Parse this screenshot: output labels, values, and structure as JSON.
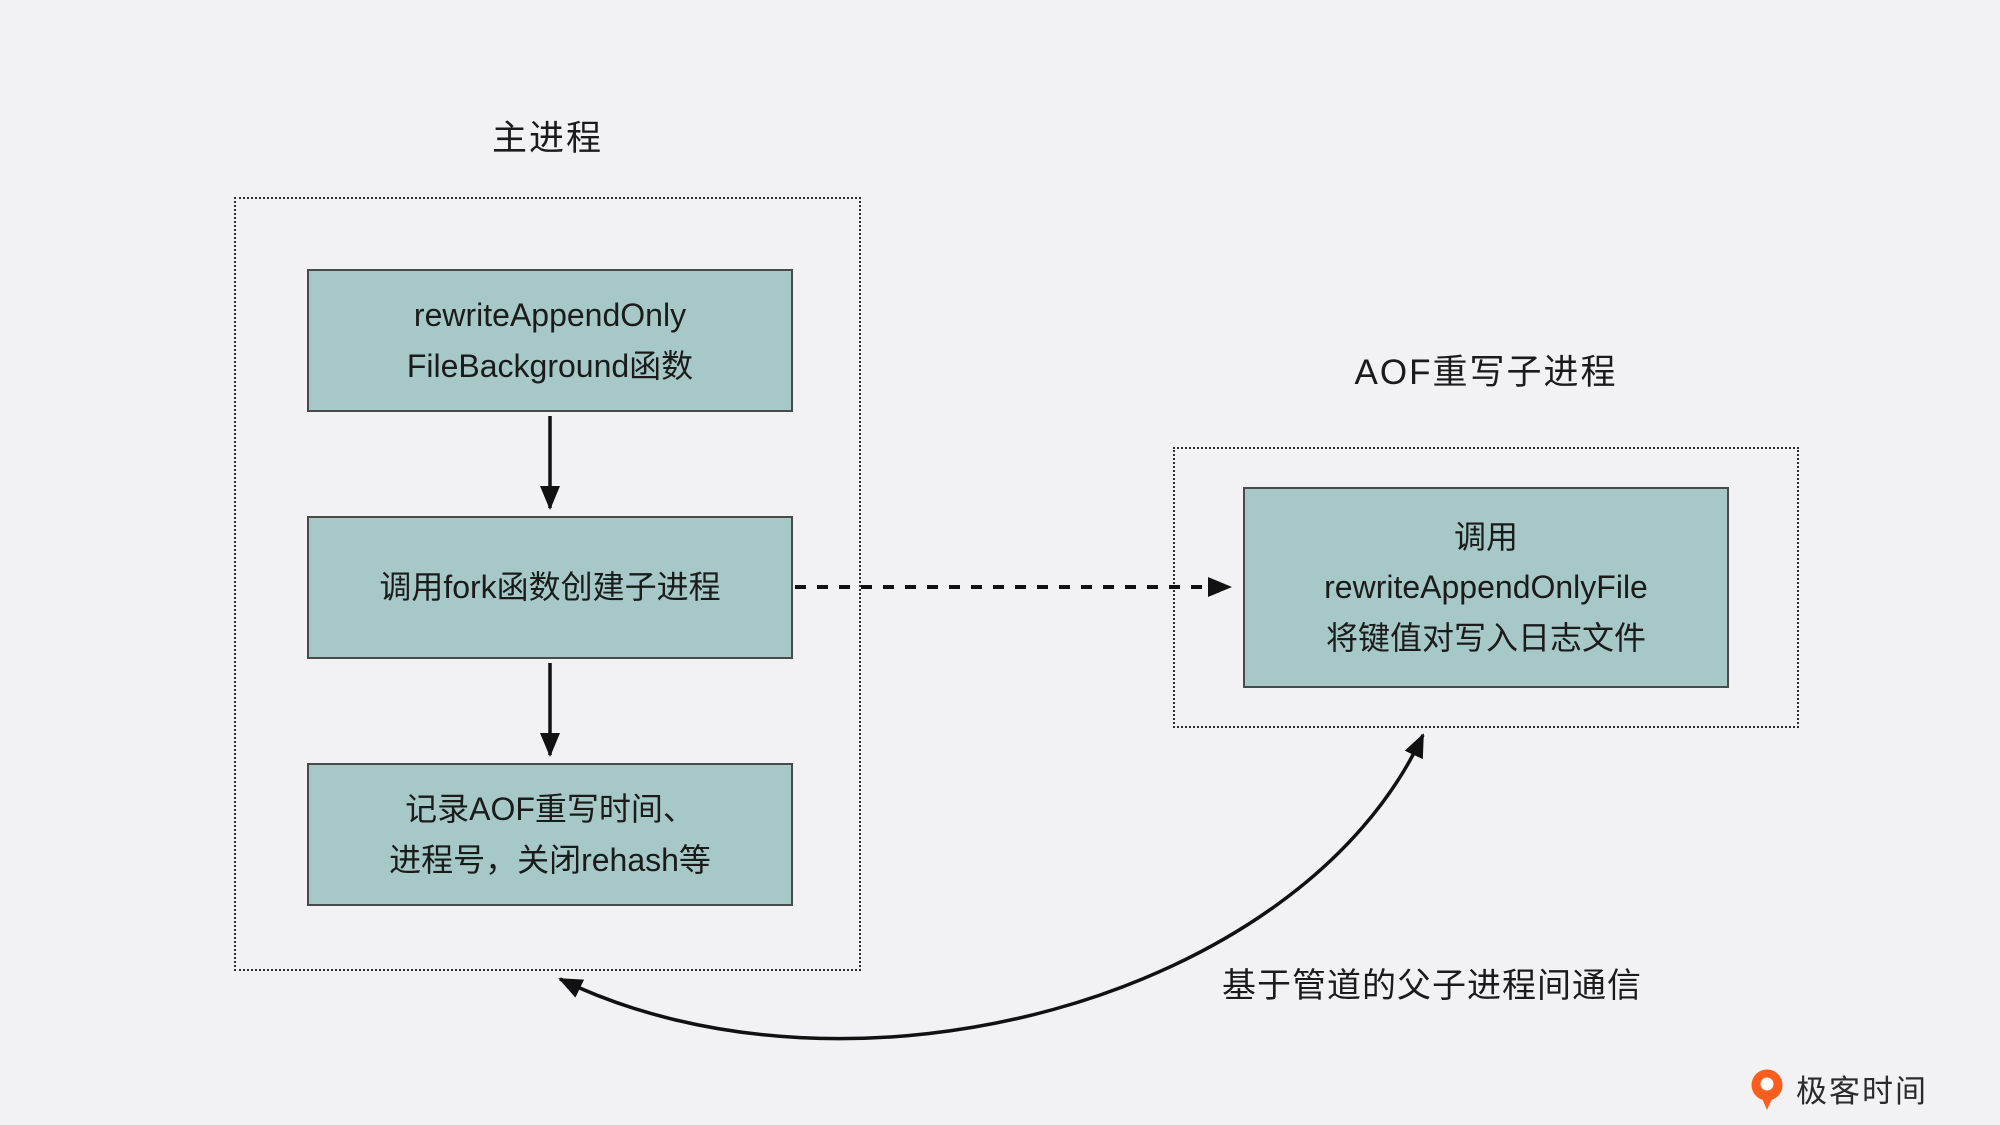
{
  "diagram": {
    "main_process": {
      "title": "主进程",
      "boxes": {
        "rewrite_background": {
          "line1": "rewriteAppendOnly",
          "line2": "FileBackground函数"
        },
        "fork": {
          "line1": "调用fork函数创建子进程"
        },
        "record": {
          "line1": "记录AOF重写时间、",
          "line2": "进程号，关闭rehash等"
        }
      }
    },
    "child_process": {
      "title": "AOF重写子进程",
      "box": {
        "line1": "调用",
        "line2": "rewriteAppendOnlyFile",
        "line3": "将键值对写入日志文件"
      }
    },
    "pipe_label": "基于管道的父子进程间通信",
    "colors": {
      "background": "#f2f2f4",
      "box_fill": "#a6c9c7",
      "box_border": "#4a4a4a",
      "container_border": "#2e2e2e",
      "arrow": "#111111",
      "text": "#1b1b1b"
    }
  },
  "branding": {
    "logo_text": "极客时间",
    "logo_color": "#fa5d1d"
  }
}
